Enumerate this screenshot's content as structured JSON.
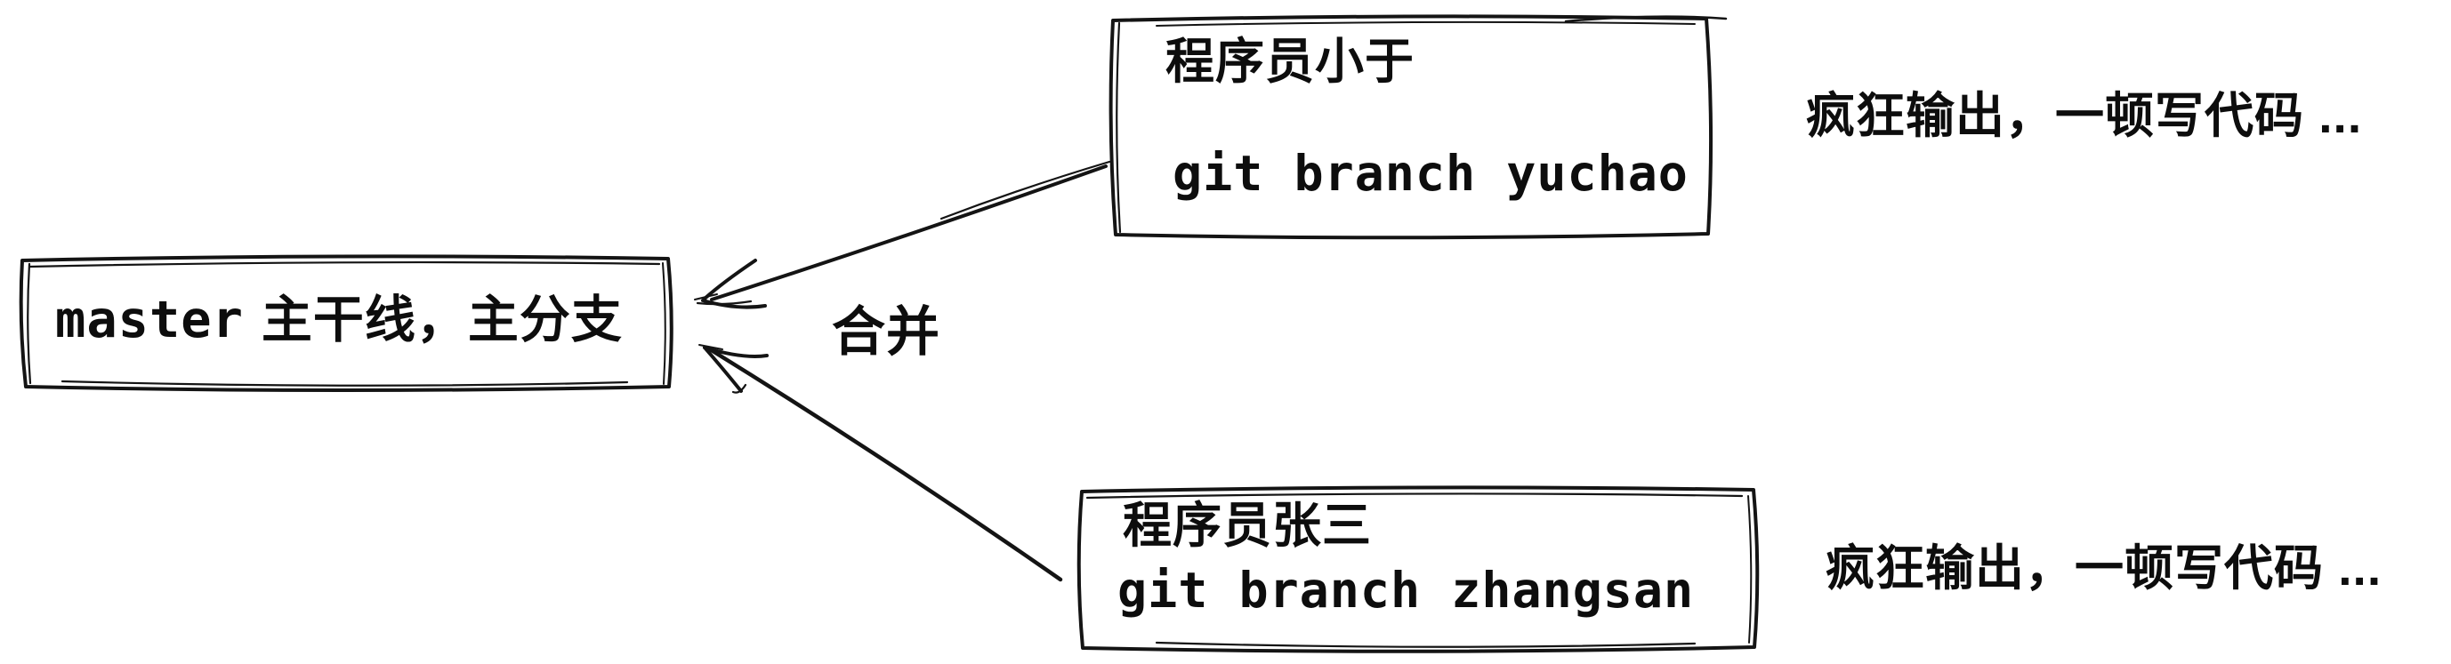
{
  "page": {
    "background_color": "#ffffff",
    "ink_color": "#141414"
  },
  "diagram": {
    "master_box": {
      "code": "master",
      "label": "主干线，主分支"
    },
    "merge_label": "合并",
    "branch_top": {
      "owner": "程序员小于",
      "command": "git branch yuchao",
      "note": "疯狂输出，一顿写代码 ..."
    },
    "branch_bottom": {
      "owner": "程序员张三",
      "command": "git branch zhangsan",
      "note": "疯狂输出，一顿写代码 ..."
    }
  }
}
